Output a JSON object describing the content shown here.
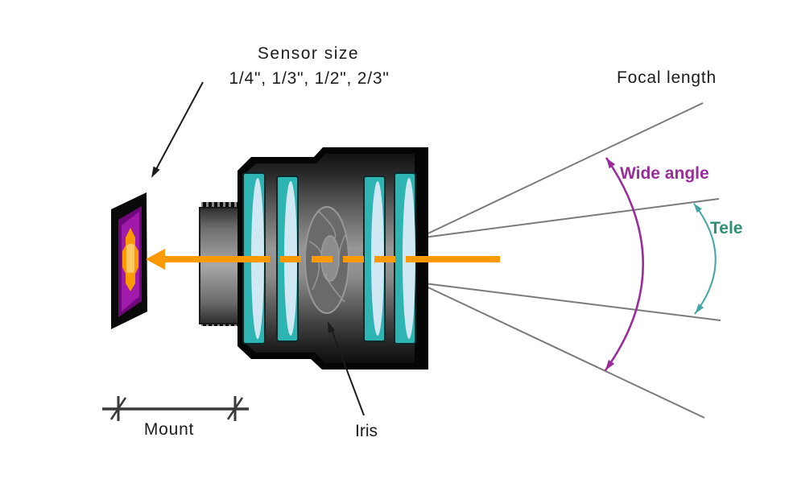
{
  "diagram": {
    "type": "camera-lens-optics-diagram",
    "labels": {
      "sensor_size_title": "Sensor size",
      "sensor_size_values": "1/4\", 1/3\", 1/2\", 2/3\"",
      "focal_length": "Focal length",
      "wide_angle": "Wide angle",
      "tele": "Tele",
      "iris": "Iris",
      "mount": "Mount"
    },
    "colors": {
      "optical_axis": "#FF9900",
      "wide_angle_arc": "#9B2D9B",
      "tele_label": "#2E8F74",
      "tele_arc": "#44A5A5",
      "lens_glass": "#2FB4B4",
      "lens_glass_highlight": "#D9EBF8",
      "sensor_frame": "#0A0A0A",
      "sensor_active_area": "#A21AAA",
      "sensor_hotspot": "#FF9900",
      "sensor_hotspot_core": "#FFC966",
      "ray_lines": "#7A7A7A",
      "annotation": "#1C1C1C"
    }
  }
}
